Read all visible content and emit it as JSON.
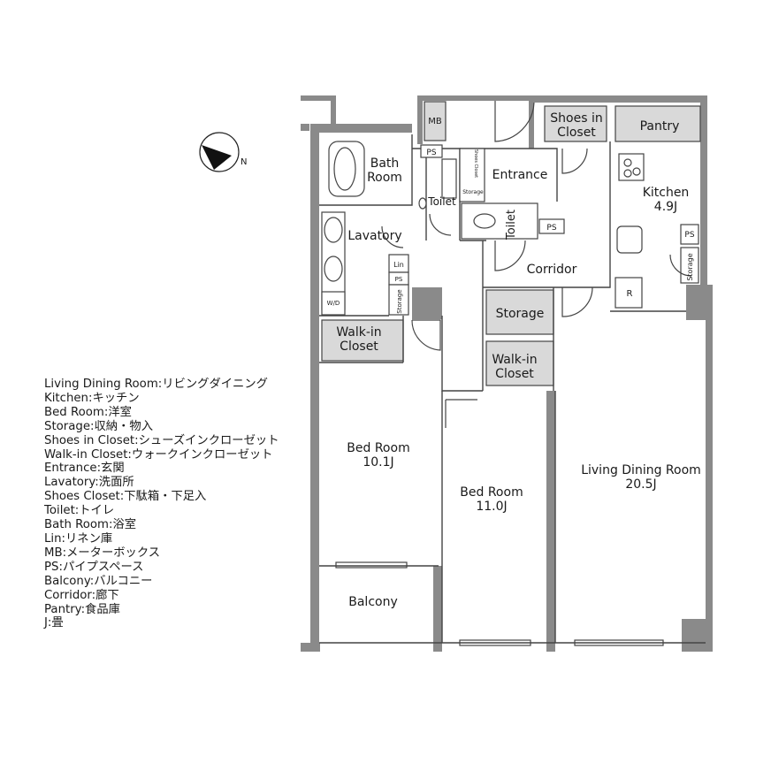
{
  "rooms": {
    "living_dining": {
      "name": "Living Dining Room",
      "size": "20.5J"
    },
    "bed_room_1": {
      "name": "Bed Room",
      "size": "10.1J"
    },
    "bed_room_2": {
      "name": "Bed Room",
      "size": "11.0J"
    },
    "kitchen": {
      "name": "Kitchen",
      "size": "4.9J"
    },
    "bath_room": {
      "line1": "Bath",
      "line2": "Room"
    },
    "shoes_in_closet": {
      "line1": "Shoes in",
      "line2": "Closet"
    },
    "pantry": "Pantry",
    "entrance": "Entrance",
    "toilet_1": "Toilet",
    "toilet_2": "Toilet",
    "lavatory": "Lavatory",
    "corridor": "Corridor",
    "storage": "Storage",
    "walk_in_closet_1": {
      "line1": "Walk-in",
      "line2": "Closet"
    },
    "walk_in_closet_2": {
      "line1": "Walk-in",
      "line2": "Closet"
    },
    "balcony": "Balcony"
  },
  "fixtures": {
    "mb": "MB",
    "ps": "PS",
    "lin": "Lin",
    "storage_small": "Storage",
    "wd": "W/D",
    "refrigerator": "R",
    "shoes_closet_small": "Shoes Closet"
  },
  "compass": {
    "label": "N"
  },
  "legend": [
    "Living Dining Room:リビングダイニング",
    "Kitchen:キッチン",
    "Bed Room:洋室",
    "Storage:収納・物入",
    "Shoes in Closet:シューズインクローゼット",
    "Walk-in Closet:ウォークインクローゼット",
    "Entrance:玄関",
    "Lavatory:洗面所",
    "Shoes Closet:下駄箱・下足入",
    "Toilet:トイレ",
    "Bath Room:浴室",
    "Lin:リネン庫",
    "MB:メーターボックス",
    "PS:パイプスペース",
    "Balcony:バルコニー",
    "Corridor:廊下",
    "Pantry:食品庫",
    "J:畳"
  ],
  "colors": {
    "wall": "#8a8a8a",
    "fill": "#d9d9d9",
    "line": "#444444"
  }
}
